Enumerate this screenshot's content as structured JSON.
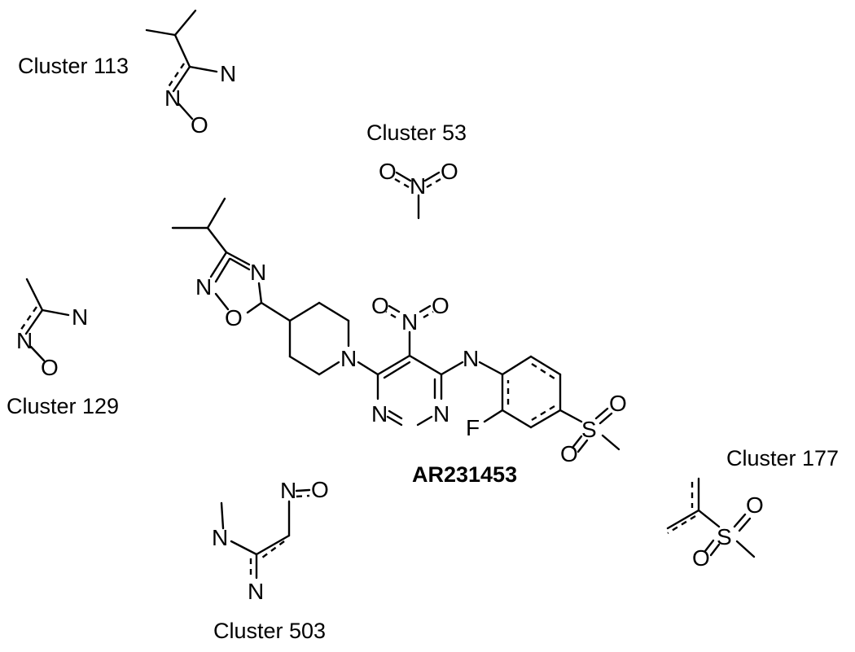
{
  "main_compound": {
    "name": "AR231453"
  },
  "clusters": [
    {
      "label": "Cluster 113"
    },
    {
      "label": "Cluster 53"
    },
    {
      "label": "Cluster 129"
    },
    {
      "label": "Cluster 503"
    },
    {
      "label": "Cluster 177"
    }
  ],
  "atoms": {
    "N": "N",
    "O": "O",
    "S": "S",
    "F": "F"
  }
}
